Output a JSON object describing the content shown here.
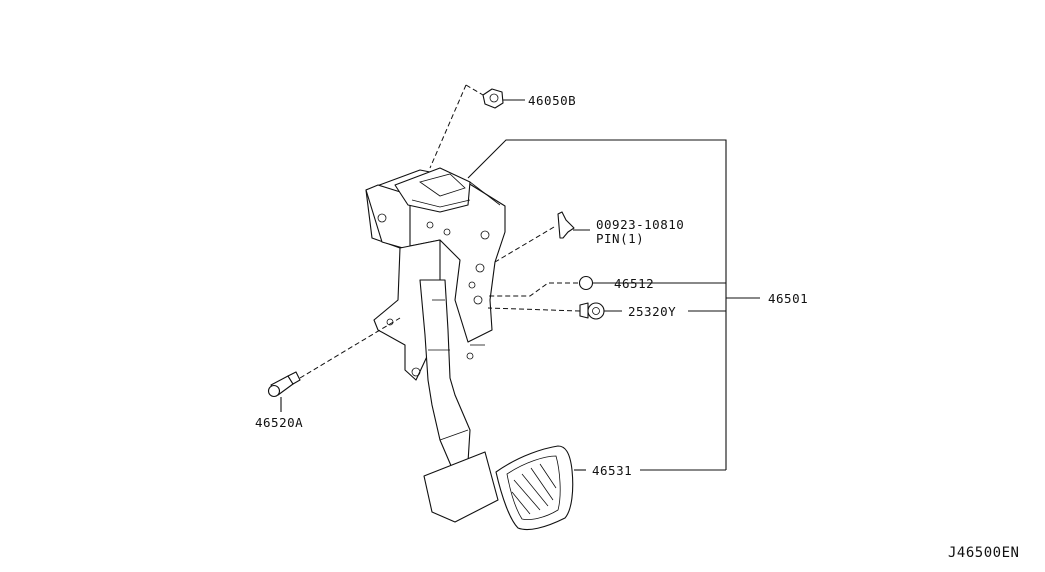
{
  "diagram": {
    "callouts": {
      "nut": "46050B",
      "pin_number": "00923-10810",
      "pin_desc": "PIN(1)",
      "bushing": "46512",
      "switch": "25320Y",
      "assembly": "46501",
      "bolt": "46520A",
      "pad": "46531"
    },
    "drawing_code": "J46500EN"
  }
}
